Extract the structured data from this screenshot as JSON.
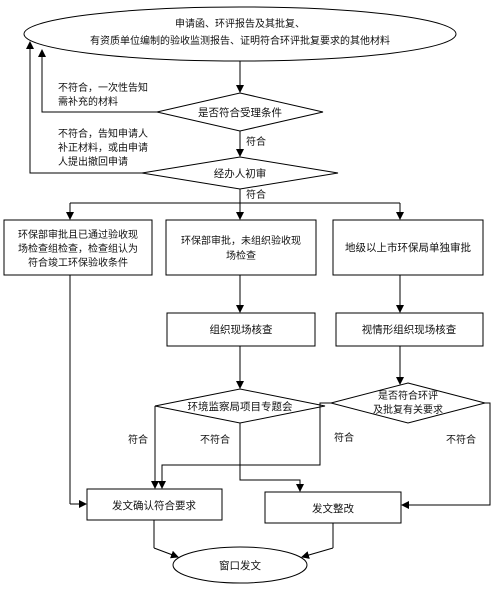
{
  "start": {
    "line1": "申请函、环评报告及其批复、",
    "line2": "有资质单位编制的验收监测报告、证明符合环评批复要求的其他材料"
  },
  "decision_accept": "是否符合受理条件",
  "reject1": {
    "line1": "不符合，一次性告知",
    "line2": "需补充的材料"
  },
  "reject2": {
    "line1": "不符合，告知申请人",
    "line2": "补正材料，或由申请",
    "line3": "人提出撤回申请"
  },
  "pass1": "符合",
  "review": "经办人初审",
  "pass2": "符合",
  "box_left": {
    "line1": "环保部审批且已通过验收现",
    "line2": "场检查组检查，检查组认为",
    "line3": "符合竣工环保验收条件"
  },
  "box_mid": {
    "line1": "环保部审批，未组织验收现",
    "line2": "场检查"
  },
  "box_right": "地级以上市环保局单独审批",
  "org_check": "组织现场核查",
  "org_check_right": "视情形组织现场核查",
  "decision_bureau": "环境监察局项目专题会",
  "decision_right": {
    "line1": "是否符合环评",
    "line2": "及批复有关要求"
  },
  "mid_pass": "符合",
  "mid_fail": "不符合",
  "right_pass": "符合",
  "right_fail": "不符合",
  "confirm": "发文确认符合要求",
  "rectify": "发文整改",
  "end": "窗口发文"
}
